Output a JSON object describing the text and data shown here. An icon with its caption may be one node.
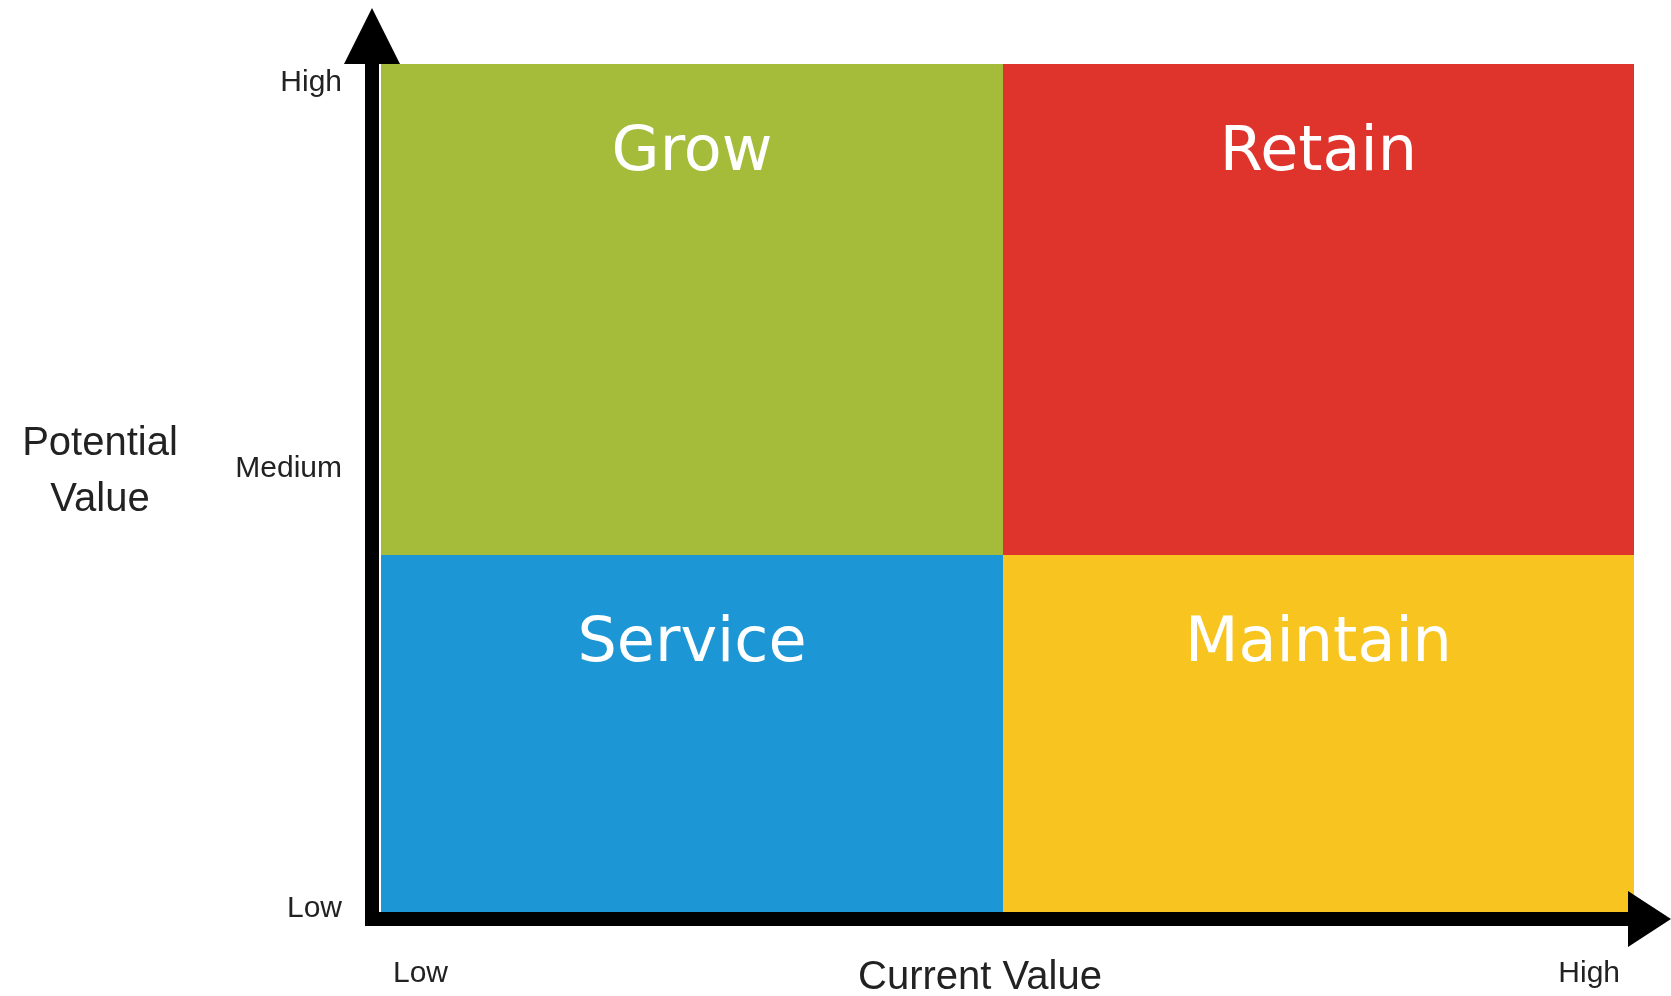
{
  "diagram": {
    "nodes": [
      {
        "text": [
          "Grow"
        ]
      },
      {
        "text": [
          "Retain"
        ]
      },
      {
        "text": [
          "Service"
        ]
      },
      {
        "text": [
          "Maintain"
        ]
      }
    ],
    "labels": [
      "High",
      "Potential Value",
      "Medium",
      "Low",
      "Low",
      "Current Value",
      "High"
    ]
  }
}
